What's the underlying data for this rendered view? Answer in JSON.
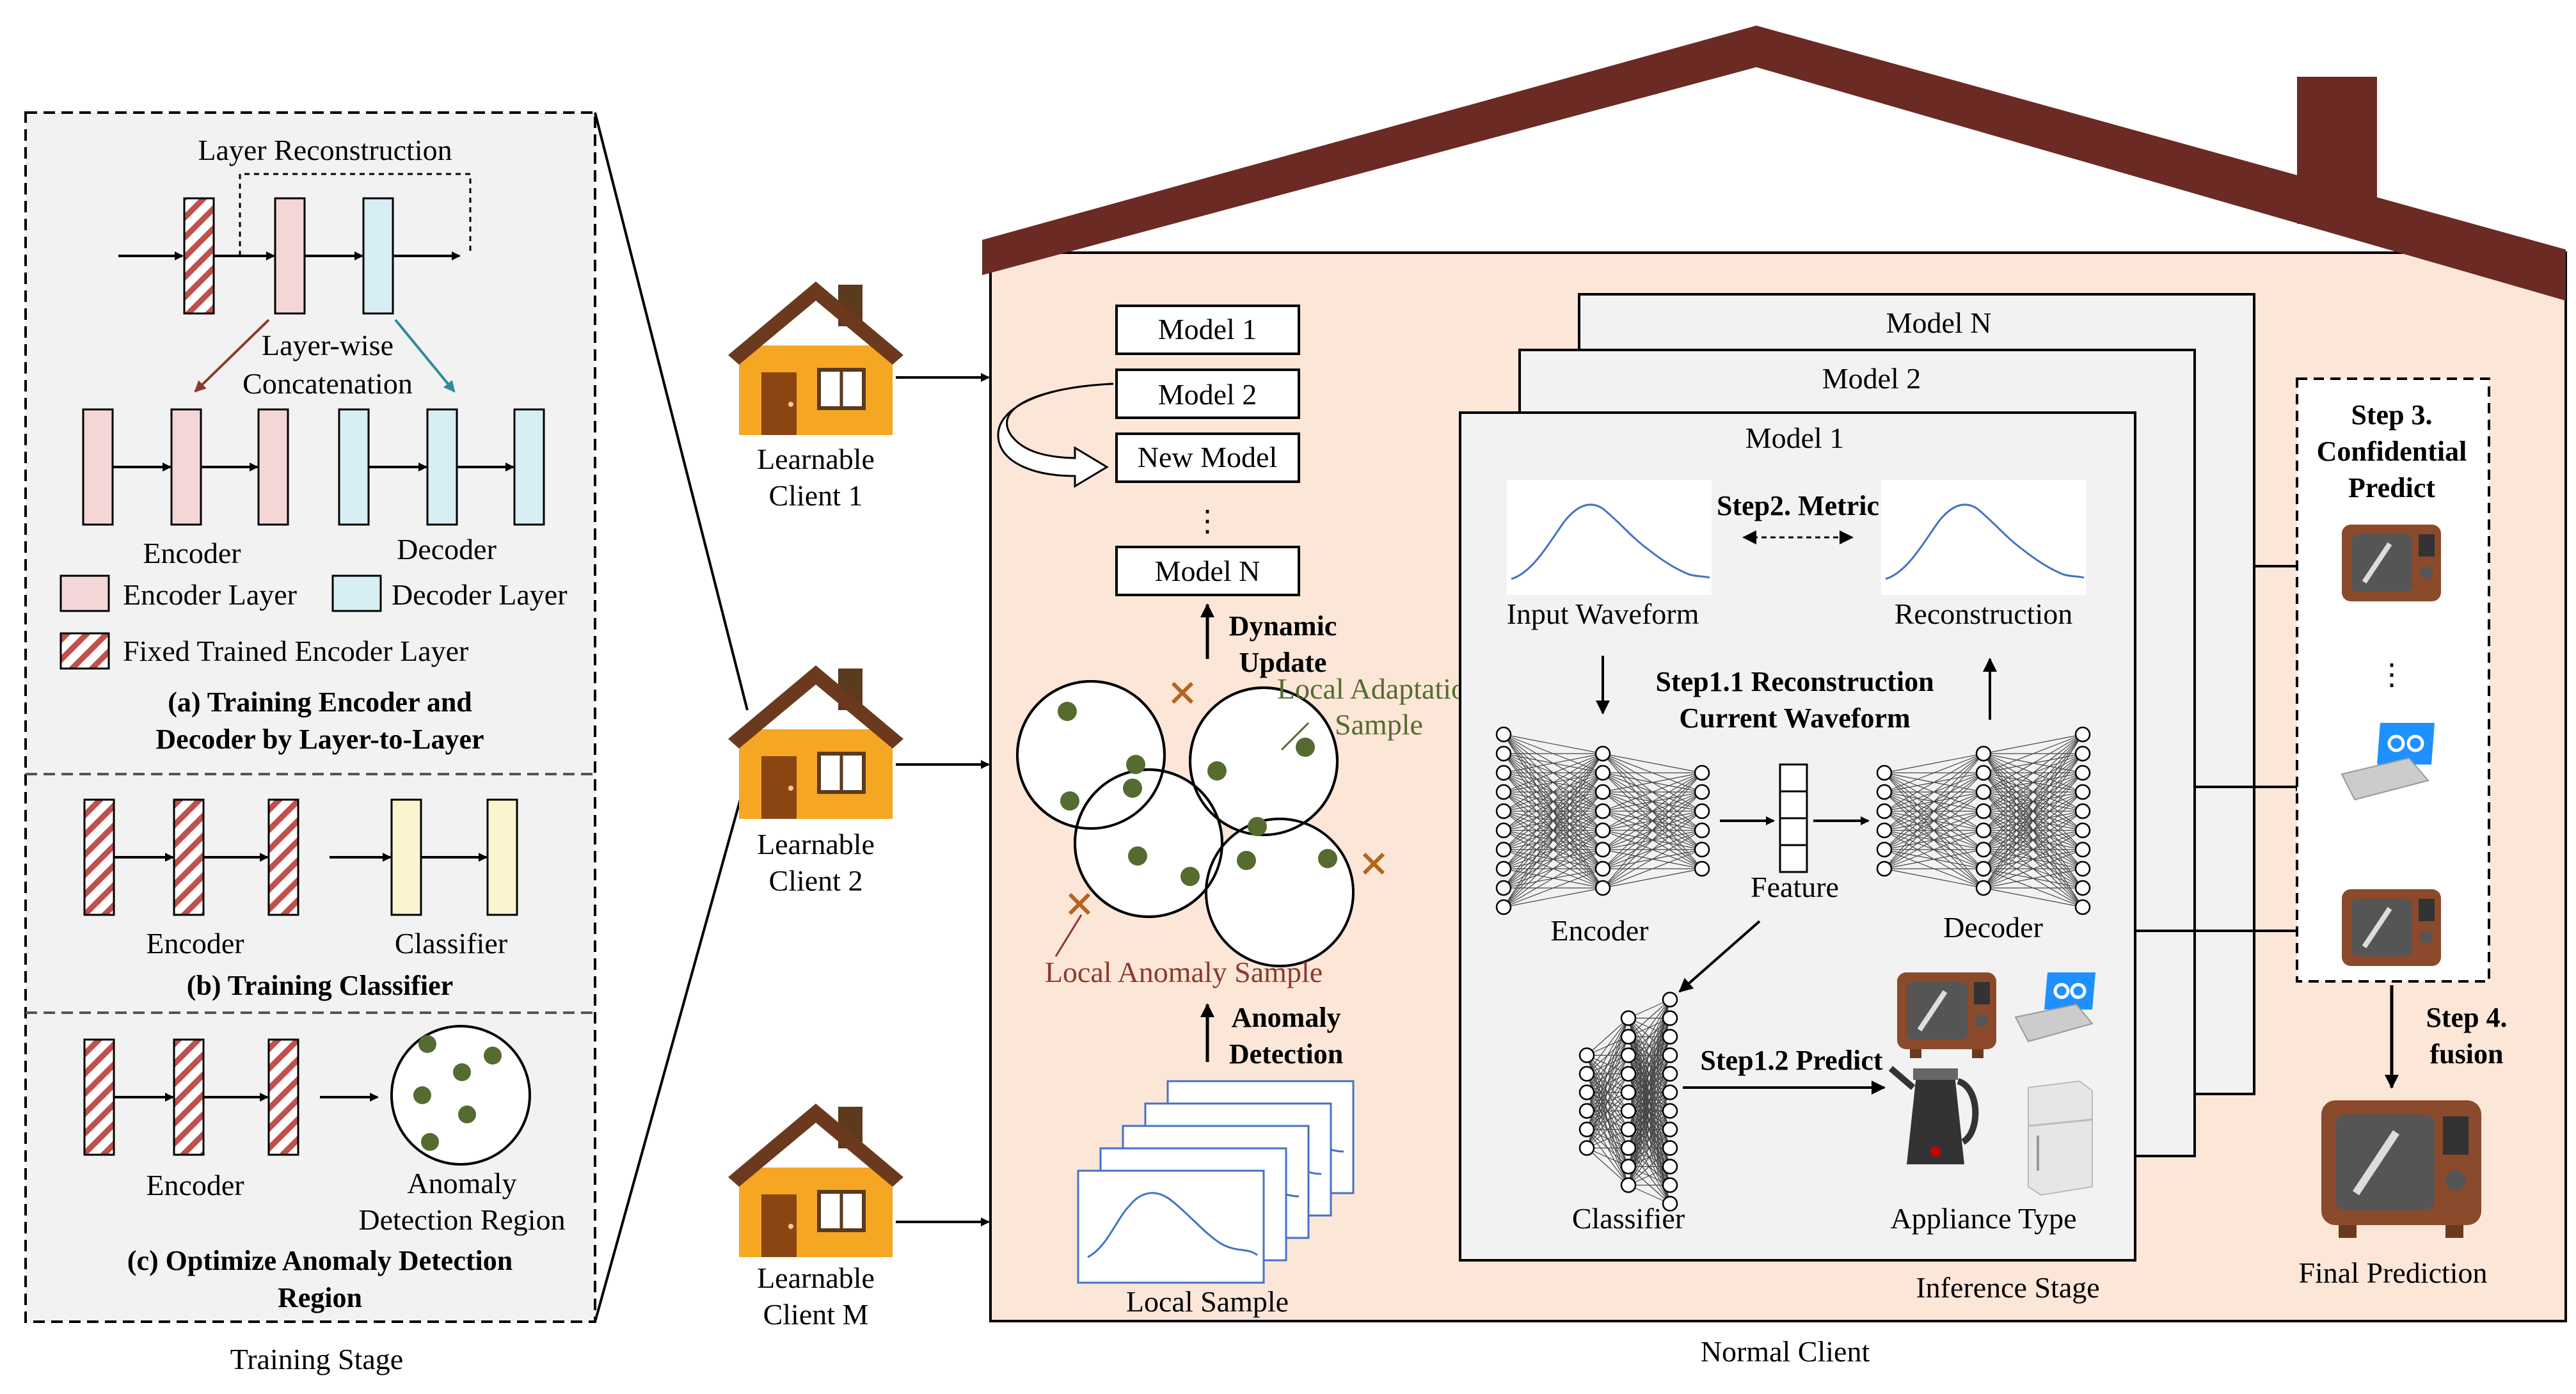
{
  "training": {
    "stage_label": "Training Stage",
    "a": {
      "layer_reconstruction": "Layer Reconstruction",
      "concat_line1": "Layer-wise",
      "concat_line2": "Concatenation",
      "encoder": "Encoder",
      "decoder": "Decoder",
      "legend_encoder": "Encoder Layer",
      "legend_decoder": "Decoder Layer",
      "legend_fixed": "Fixed Trained Encoder Layer",
      "caption_line1": "(a) Training Encoder and",
      "caption_line2": "Decoder by Layer-to-Layer"
    },
    "b": {
      "encoder": "Encoder",
      "classifier": "Classifier",
      "caption": "(b) Training Classifier"
    },
    "c": {
      "encoder": "Encoder",
      "region_line1": "Anomaly",
      "region_line2": "Detection Region",
      "caption_line1": "(c) Optimize Anomaly Detection",
      "caption_line2": "Region"
    }
  },
  "clients": [
    {
      "line1": "Learnable",
      "line2": "Client 1"
    },
    {
      "line1": "Learnable",
      "line2": "Client 2"
    },
    {
      "line1": "Learnable",
      "line2": "Client M"
    }
  ],
  "normal_client": {
    "label": "Normal Client",
    "models": [
      "Model 1",
      "Model 2",
      "New Model",
      "Model N"
    ],
    "ellipsis": "⋮",
    "dynamic_update_line1": "Dynamic",
    "dynamic_update_line2": "Update",
    "local_adaptation_line1": "Local Adaptation",
    "local_adaptation_line2": "Sample",
    "local_anomaly": "Local Anomaly Sample",
    "anomaly_detection_line1": "Anomaly",
    "anomaly_detection_line2": "Detection",
    "local_sample": "Local Sample"
  },
  "inference": {
    "stage_label": "Inference Stage",
    "model_n": "Model N",
    "model_2": "Model 2",
    "model_1": "Model 1",
    "input_waveform": "Input Waveform",
    "reconstruction": "Reconstruction",
    "step2": "Step2. Metric",
    "step11_line1": "Step1.1 Reconstruction",
    "step11_line2": "Current Waveform",
    "encoder": "Encoder",
    "feature": "Feature",
    "decoder": "Decoder",
    "classifier": "Classifier",
    "step12": "Step1.2 Predict",
    "appliance_type": "Appliance Type"
  },
  "fusion": {
    "step3_line1": "Step 3.",
    "step3_line2": "Confidential",
    "step3_line3": "Predict",
    "step4_line1": "Step 4.",
    "step4_line2": "fusion",
    "final_prediction": "Final Prediction",
    "vdots": "⋮"
  },
  "colors": {
    "roof": "#6B2A24",
    "house_fill": "#FCE6D8",
    "panel_fill": "#F2F2F2",
    "encoder_layer": "#F4D6D6",
    "decoder_layer": "#D6EEF4",
    "classifier_layer": "#FCF3CF",
    "sample_dot": "#556B2F",
    "anomaly_cross": "#B5651D",
    "arrow_red": "#8B3A2F",
    "arrow_teal": "#2E8B9A",
    "waveform": "#4472C4"
  }
}
